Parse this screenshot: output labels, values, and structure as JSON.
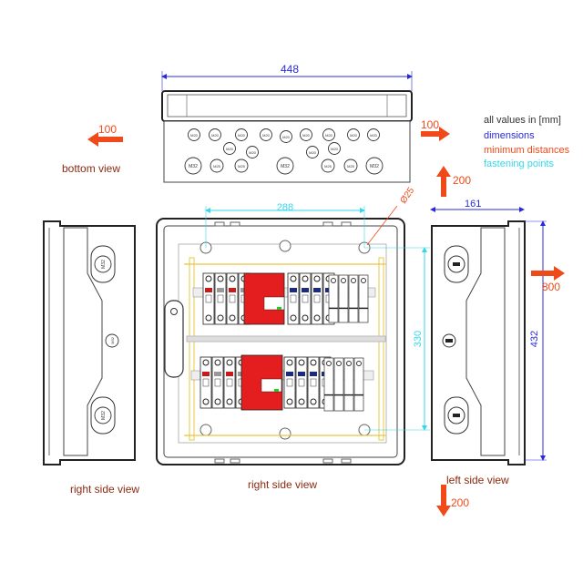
{
  "dimensions": {
    "width_top": "448",
    "mount_width": "288",
    "mount_height": "330",
    "depth": "161",
    "height": "432",
    "hole_dia": "Ø25"
  },
  "distances": {
    "left": "100",
    "right": "100",
    "top": "200",
    "bottom": "200",
    "front": "800"
  },
  "legend": {
    "units": "all values in [mm]",
    "dimensions": "dimensions",
    "min_distances": "minimum distances",
    "fastening": "fastening points"
  },
  "labels": {
    "bottom_view": "bottom view",
    "left_panel": "right side view",
    "front_panel": "right side view",
    "right_panel": "left side view"
  },
  "glands": {
    "row1": [
      "M20",
      "M20",
      "M20",
      "M20",
      "M20",
      "M20",
      "M20",
      "M20",
      "M20"
    ],
    "row2": [
      "M20",
      "M20",
      "M20",
      "M20"
    ],
    "row3": [
      "M32",
      "M25",
      "M25",
      "M32",
      "M25",
      "M25",
      "M32"
    ],
    "side": [
      "M32",
      "M32",
      "M32"
    ]
  },
  "colors": {
    "dimension": "#2b2bd6",
    "min_distance": "#f04a1a",
    "fastening": "#35d8e8",
    "spd": "#e41e1e",
    "rail": "#e8c840"
  }
}
